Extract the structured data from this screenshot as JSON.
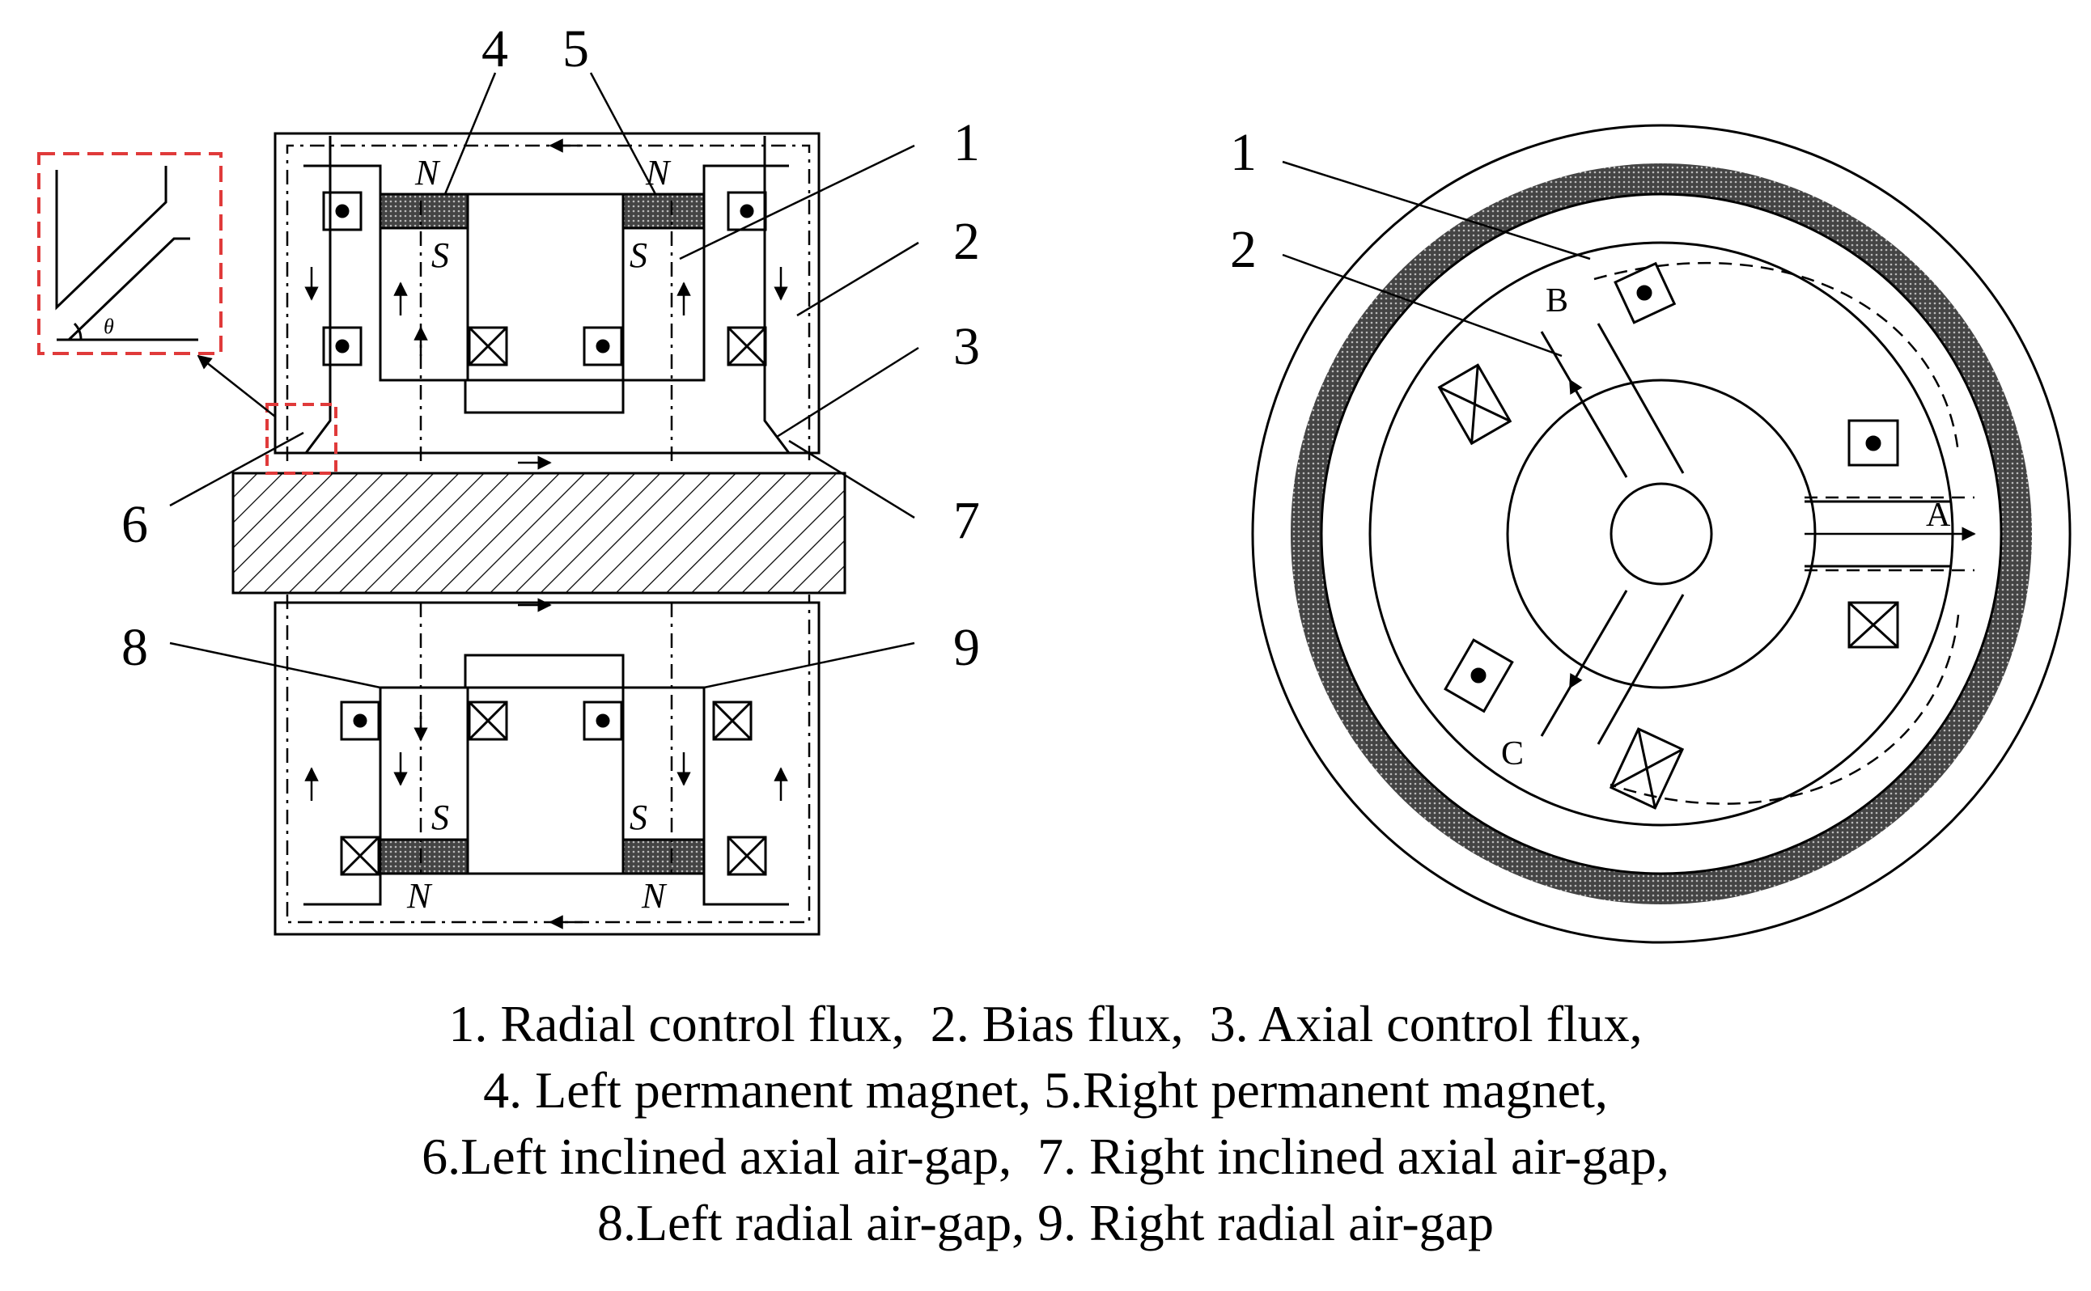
{
  "left_view": {
    "numbers": {
      "n1": "1",
      "n2": "2",
      "n3": "3",
      "n4": "4",
      "n5": "5",
      "n6": "6",
      "n7": "7",
      "n8": "8",
      "n9": "9"
    },
    "poles": {
      "north": "N",
      "south": "S"
    },
    "inset_angle": "θ"
  },
  "right_view": {
    "numbers": {
      "n1": "1",
      "n2": "2"
    },
    "poles": {
      "a": "A",
      "b": "B",
      "c": "C"
    }
  },
  "caption": [
    "1. Radial control flux,  2. Bias flux,  3. Axial control flux,",
    "4. Left permanent magnet, 5.Right permanent magnet,",
    "6.Left inclined axial air-gap,  7. Right inclined axial air-gap,",
    "8.Left radial air-gap, 9. Right radial air-gap"
  ],
  "colors": {
    "line": "#000000",
    "inset_box": "#e03a3a",
    "magnet_fill": "#555555"
  }
}
